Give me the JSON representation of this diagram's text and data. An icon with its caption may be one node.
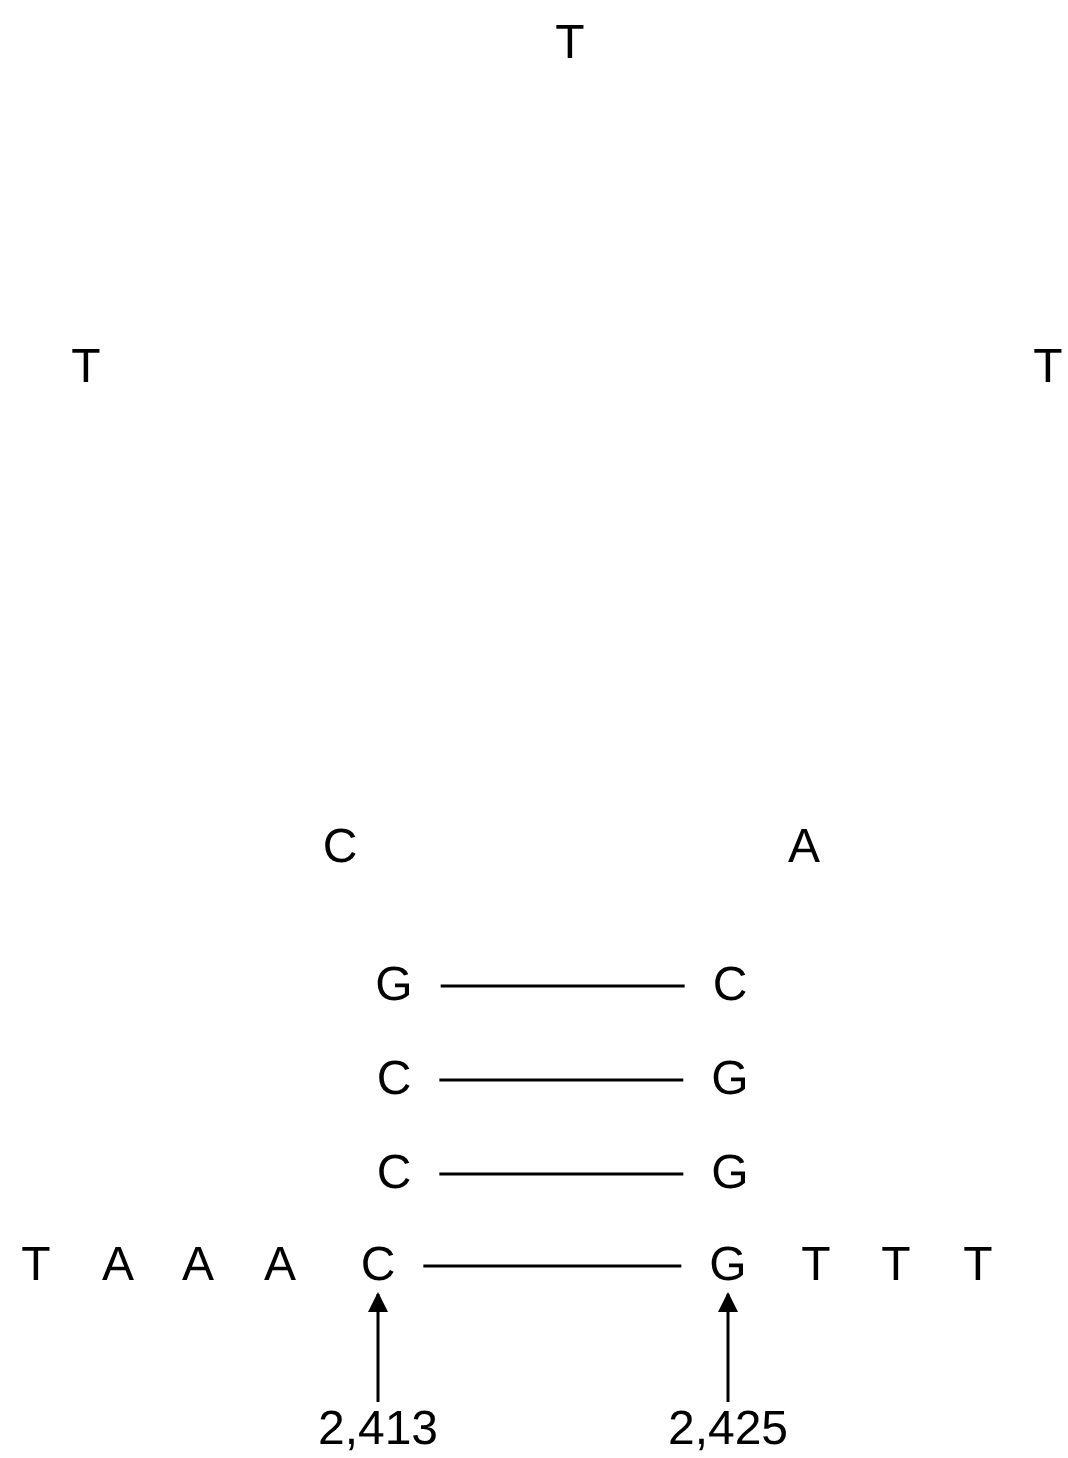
{
  "diagram": {
    "nodes": [
      {
        "text": [
          "G"
        ]
      },
      {
        "text": [
          "C"
        ]
      },
      {
        "text": [
          "C"
        ]
      },
      {
        "text": [
          "G"
        ]
      },
      {
        "text": [
          "C"
        ]
      },
      {
        "text": [
          "G"
        ]
      },
      {
        "text": [
          "C"
        ]
      },
      {
        "text": [
          "G"
        ]
      },
      {
        "text": [
          "2,413"
        ]
      },
      {
        "text": [
          "2,425"
        ]
      }
    ],
    "edges": [
      {
        "from": 0,
        "to": 1,
        "arrow": "none"
      },
      {
        "from": 2,
        "to": 3,
        "arrow": "none"
      },
      {
        "from": 4,
        "to": 5,
        "arrow": "none"
      },
      {
        "from": 6,
        "to": 7,
        "arrow": "none"
      },
      {
        "from": 8,
        "to": 6,
        "arrow": "to"
      },
      {
        "from": 9,
        "to": 7,
        "arrow": "to"
      }
    ],
    "labels": [
      "T",
      "T",
      "T",
      "C",
      "A",
      "T",
      "A",
      "A",
      "A",
      "T",
      "T",
      "T"
    ]
  }
}
